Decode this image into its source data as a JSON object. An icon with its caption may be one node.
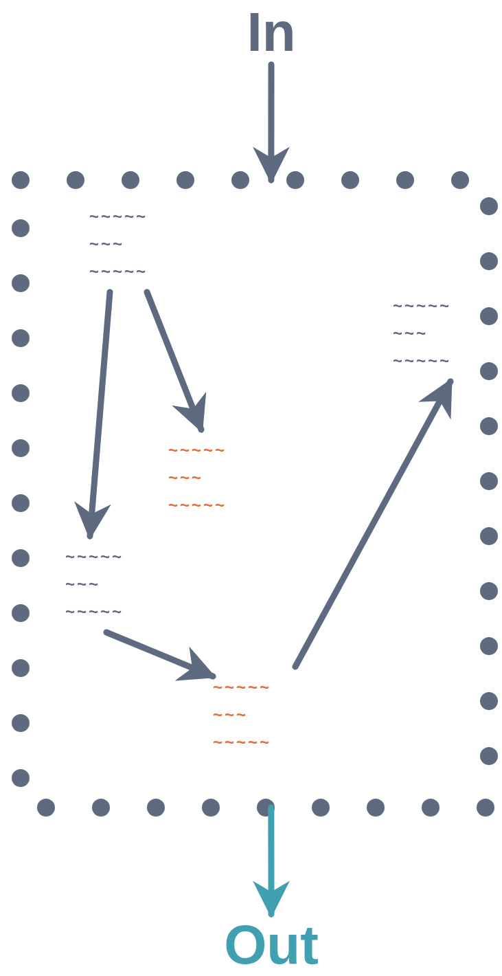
{
  "diagram": {
    "nodes": [
      {
        "text": [
          "In"
        ]
      },
      {
        "text": [],
        "shape": "box"
      },
      {
        "text": [
          "~~~~~",
          "~~~",
          "~~~~~"
        ],
        "in": 1
      },
      {
        "text": [
          "~~~~~",
          "~~~",
          "~~~~~"
        ],
        "in": 1
      },
      {
        "text": [
          "~~~~~",
          "~~~",
          "~~~~~"
        ],
        "in": 1
      },
      {
        "text": [
          "~~~~~",
          "~~~",
          "~~~~~"
        ],
        "in": 1
      },
      {
        "text": [
          "~~~~~",
          "~~~",
          "~~~~~"
        ],
        "in": 1
      },
      {
        "text": [
          "Out"
        ]
      }
    ],
    "edges": [
      {
        "from": 0,
        "to": 1,
        "arrow": "to"
      },
      {
        "from": 2,
        "to": 4,
        "arrow": "to"
      },
      {
        "from": 2,
        "to": 3,
        "arrow": "to"
      },
      {
        "from": 4,
        "to": 5,
        "arrow": "to"
      },
      {
        "from": 5,
        "to": 6,
        "arrow": "to"
      },
      {
        "from": 1,
        "to": 7,
        "arrow": "to",
        "color": "#40a0b2"
      }
    ]
  }
}
